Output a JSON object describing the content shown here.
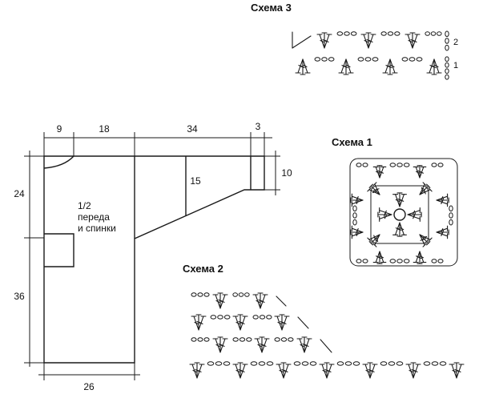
{
  "schematic": {
    "piece_label_lines": [
      "1/2",
      "переда",
      "и спинки"
    ],
    "dims": {
      "top_neck": "9",
      "top_shoulder": "18",
      "top_sleeve": "34",
      "top_cuff": "3",
      "cuff_height": "10",
      "sleeve_depth": "15",
      "side_upper": "24",
      "side_lower": "36",
      "bottom_width": "26"
    }
  },
  "scheme1": {
    "title": "Схема 1"
  },
  "scheme2": {
    "title": "Схема 2"
  },
  "scheme3": {
    "title": "Схема 3",
    "row_labels": [
      "2",
      "1"
    ]
  }
}
